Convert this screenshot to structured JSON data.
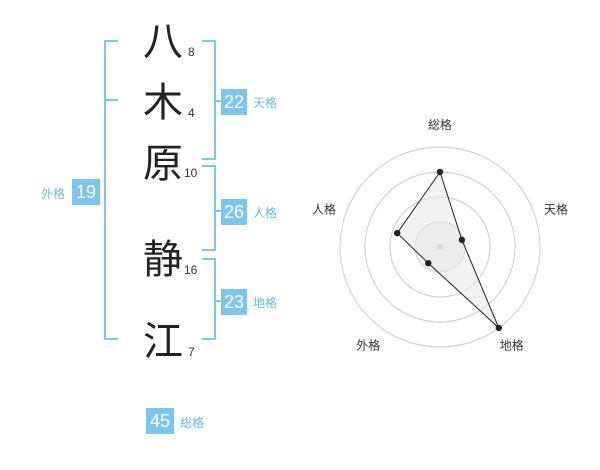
{
  "name": {
    "chars": [
      {
        "char": "八",
        "strokes": "8"
      },
      {
        "char": "木",
        "strokes": "4"
      },
      {
        "char": "原",
        "strokes": "10"
      },
      {
        "char": "静",
        "strokes": "16"
      },
      {
        "char": "江",
        "strokes": "7"
      }
    ]
  },
  "fortune": {
    "tenkaku": {
      "value": "22",
      "label": "天格"
    },
    "jinkaku": {
      "value": "26",
      "label": "人格"
    },
    "chikaku": {
      "value": "23",
      "label": "地格"
    },
    "gaikaku": {
      "value": "19",
      "label": "外格"
    },
    "soukaku": {
      "value": "45",
      "label": "総格"
    }
  },
  "colors": {
    "accent": "#7cc5ee",
    "ring": "#cccccc",
    "fill": "#e8e8e8",
    "line": "#222222"
  },
  "chart_data": {
    "type": "radar",
    "axes": [
      "総格",
      "天格",
      "地格",
      "外格",
      "人格"
    ],
    "values": [
      0.75,
      0.23,
      1.0,
      0.2,
      0.45
    ],
    "rings": 4,
    "range": [
      0,
      1
    ]
  }
}
